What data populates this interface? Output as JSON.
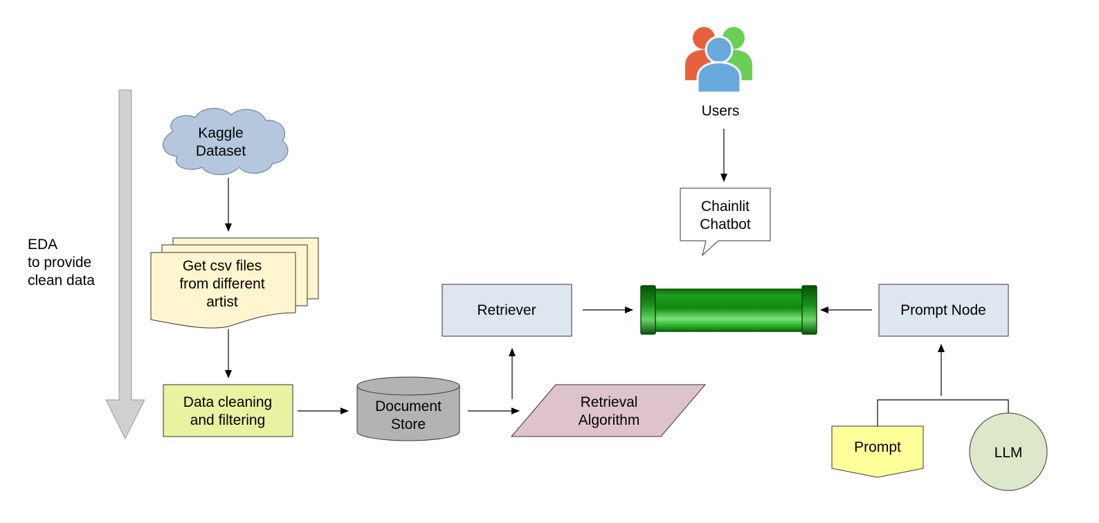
{
  "labels": {
    "eda_line1": "EDA",
    "eda_line2": "to provide",
    "eda_line3": "clean data",
    "kaggle_line1": "Kaggle",
    "kaggle_line2": "Dataset",
    "csv_line1": "Get csv files",
    "csv_line2": "from different",
    "csv_line3": "artist",
    "cleaning_line1": "Data cleaning",
    "cleaning_line2": "and filtering",
    "docstore_line1": "Document",
    "docstore_line2": "Store",
    "retriever": "Retriever",
    "retrieval_line1": "Retrieval",
    "retrieval_line2": "Algorithm",
    "users": "Users",
    "chatbot_line1": "Chainlit",
    "chatbot_line2": "Chatbot",
    "prompt_node": "Prompt Node",
    "prompt": "Prompt",
    "llm": "LLM"
  },
  "colors": {
    "eda_arrow": "#d0d0d0",
    "cloud": "#b4c7dc",
    "documents": "#fff5ce",
    "cleaning": "#e8f2a1",
    "cylinder": "#b3b3b3",
    "parallelogram": "#dfc3cb",
    "retriever_box": "#dee6ef",
    "prompt_node_box": "#dee6ef",
    "prompt_shape": "#ffff99",
    "llm_circle": "#dde8cb",
    "pipe": "#22a722",
    "user_left": "#e8613d",
    "user_right": "#6bcf54",
    "user_center": "#6aa9dc"
  },
  "icons": {
    "users": "users-icon",
    "pipeline": "green-pipe-icon"
  }
}
